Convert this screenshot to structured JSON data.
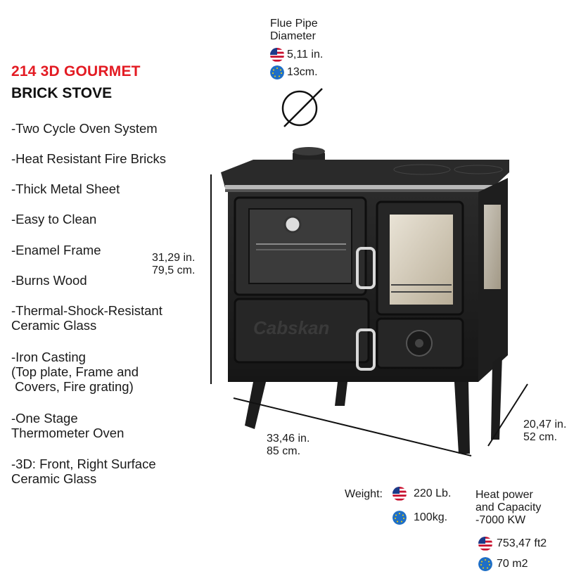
{
  "product": {
    "title_line1": "214 3D GOURMET",
    "title_line2": "BRICK STOVE",
    "brand_on_stove": "Cabskan"
  },
  "features": [
    "-Two Cycle Oven System",
    "-Heat Resistant Fire Bricks",
    "-Thick Metal Sheet",
    "-Easy to Clean",
    "-Enamel Frame",
    "-Burns Wood",
    "-Thermal-Shock-Resistant\nCeramic Glass",
    "-Iron Casting\n(Top plate, Frame and\n Covers, Fire grating)",
    "-One Stage\nThermometer Oven",
    "-3D: Front, Right Surface\nCeramic Glass"
  ],
  "flue": {
    "label": "Flue Pipe\nDiameter",
    "us_value": "5,11 in.",
    "eu_value": "13cm.",
    "symbol": "diameter-icon"
  },
  "dimensions": {
    "height": "31,29 in.\n79,5 cm.",
    "width": "33,46 in.\n85 cm.",
    "depth": "20,47 in.\n52 cm."
  },
  "weight": {
    "label": "Weight:",
    "us_value": "220 Lb.",
    "eu_value": "100kg."
  },
  "heat": {
    "label": "Heat power\nand Capacity\n-7000 KW",
    "us_value": "753,47 ft2",
    "eu_value": "70 m2"
  },
  "icons": {
    "us": "us-flag-icon",
    "eu": "eu-flag-icon"
  },
  "colors": {
    "title_red": "#e31b23",
    "stove_black": "#1c1c1c",
    "eu_blue": "#1f6fc6"
  }
}
